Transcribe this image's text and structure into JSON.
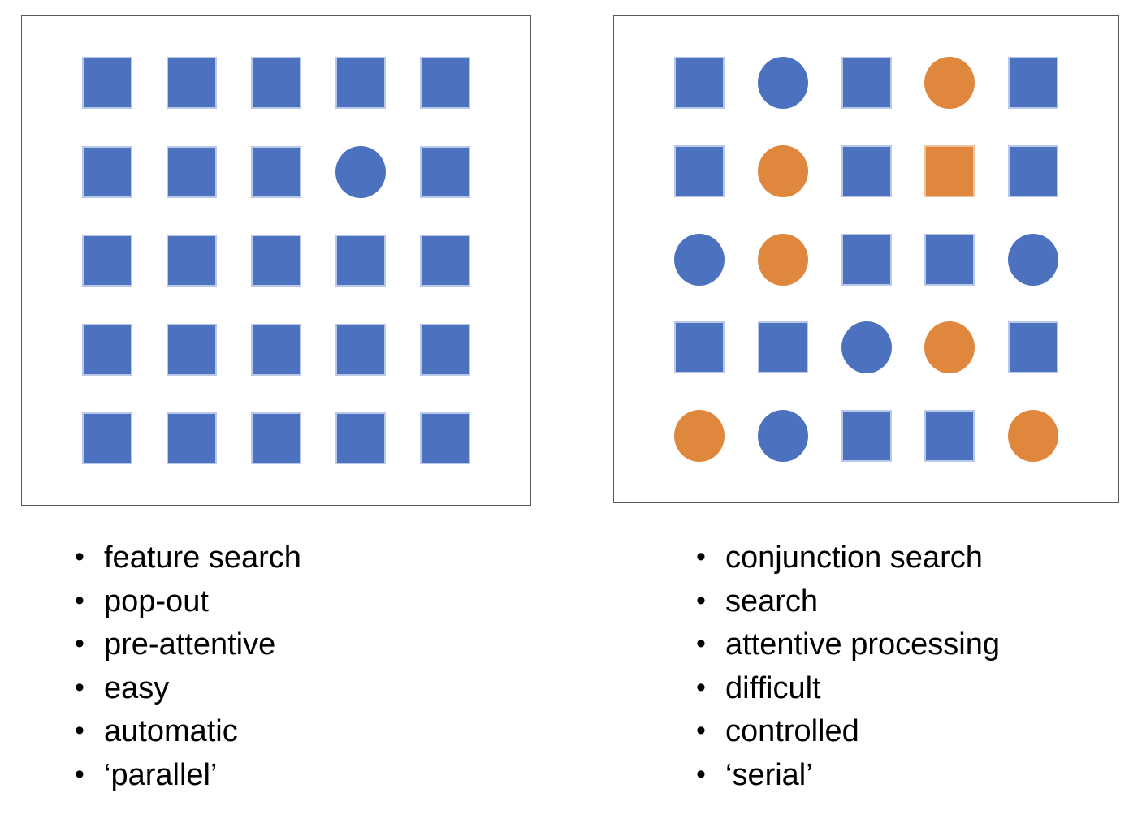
{
  "colors": {
    "blue": "#4C72BF",
    "orange": "#E0873E",
    "blue_square_edge": "#b9c7e8",
    "orange_square_edge": "#eec49f",
    "panel_border": "#595959",
    "text": "#000000"
  },
  "panels": [
    {
      "name": "feature-search",
      "grid": [
        [
          "blue-square",
          "blue-square",
          "blue-square",
          "blue-square",
          "blue-square"
        ],
        [
          "blue-square",
          "blue-square",
          "blue-square",
          "blue-circle",
          "blue-square"
        ],
        [
          "blue-square",
          "blue-square",
          "blue-square",
          "blue-square",
          "blue-square"
        ],
        [
          "blue-square",
          "blue-square",
          "blue-square",
          "blue-square",
          "blue-square"
        ],
        [
          "blue-square",
          "blue-square",
          "blue-square",
          "blue-square",
          "blue-square"
        ]
      ],
      "bullets": [
        "feature search",
        "pop-out",
        "pre-attentive",
        "easy",
        "automatic",
        "‘parallel’"
      ]
    },
    {
      "name": "conjunction-search",
      "grid": [
        [
          "blue-square",
          "blue-circle",
          "blue-square",
          "orange-circle",
          "blue-square"
        ],
        [
          "blue-square",
          "orange-circle",
          "blue-square",
          "orange-square",
          "blue-square"
        ],
        [
          "blue-circle",
          "orange-circle",
          "blue-square",
          "blue-square",
          "blue-circle"
        ],
        [
          "blue-square",
          "blue-square",
          "blue-circle",
          "orange-circle",
          "blue-square"
        ],
        [
          "orange-circle",
          "blue-circle",
          "blue-square",
          "blue-square",
          "orange-circle"
        ]
      ],
      "bullets": [
        "conjunction search",
        "search",
        "attentive processing",
        "difficult",
        "controlled",
        "‘serial’"
      ]
    }
  ]
}
